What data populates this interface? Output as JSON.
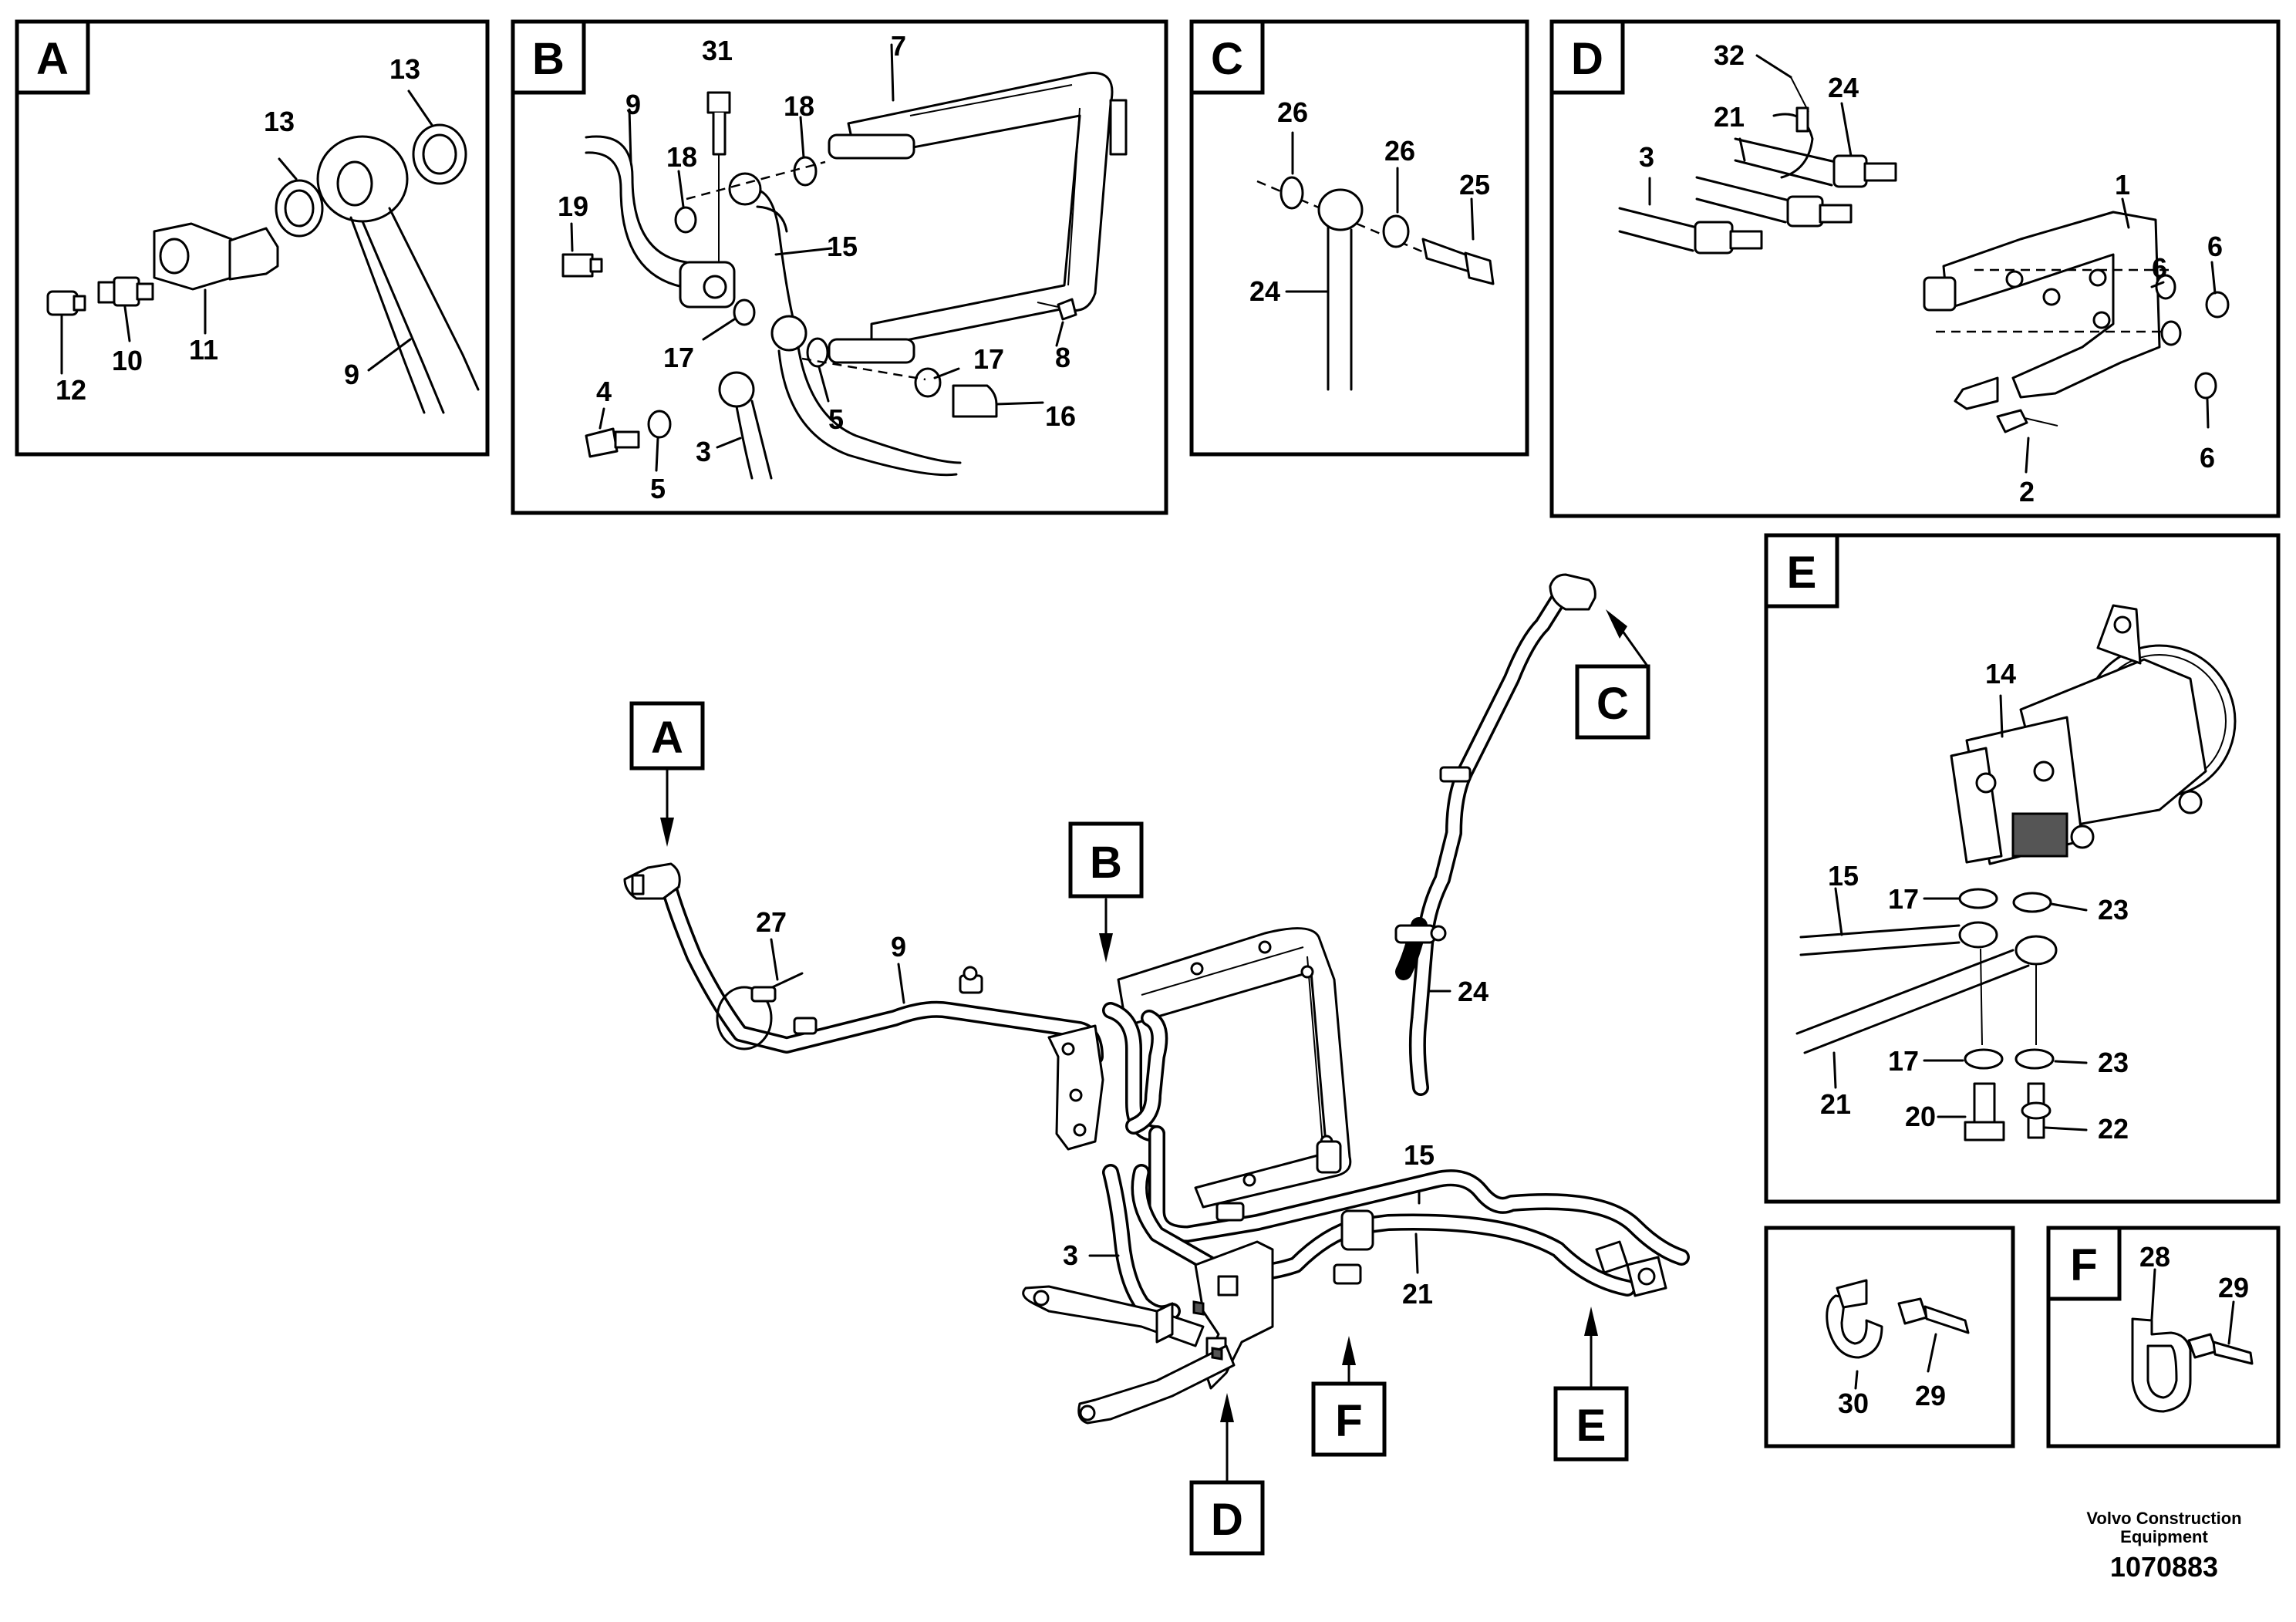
{
  "sections": {
    "A": "A",
    "B": "B",
    "C": "C",
    "D": "D",
    "E": "E",
    "F": "F"
  },
  "callouts": {
    "A": "A",
    "B": "B",
    "C": "C",
    "D": "D",
    "E": "E",
    "F": "F"
  },
  "parts": {
    "p1": "1",
    "p2": "2",
    "p3": "3",
    "p4": "4",
    "p5": "5",
    "p6": "6",
    "p7": "7",
    "p8": "8",
    "p9": "9",
    "p10": "10",
    "p11": "11",
    "p12": "12",
    "p13": "13",
    "p14": "14",
    "p15": "15",
    "p16": "16",
    "p17": "17",
    "p18": "18",
    "p19": "19",
    "p20": "20",
    "p21": "21",
    "p22": "22",
    "p23": "23",
    "p24": "24",
    "p25": "25",
    "p26": "26",
    "p27": "27",
    "p28": "28",
    "p29": "29",
    "p30": "30",
    "p31": "31",
    "p32": "32"
  },
  "footer": {
    "maker_line1": "Volvo Construction",
    "maker_line2": "Equipment",
    "document_number": "1070883"
  }
}
